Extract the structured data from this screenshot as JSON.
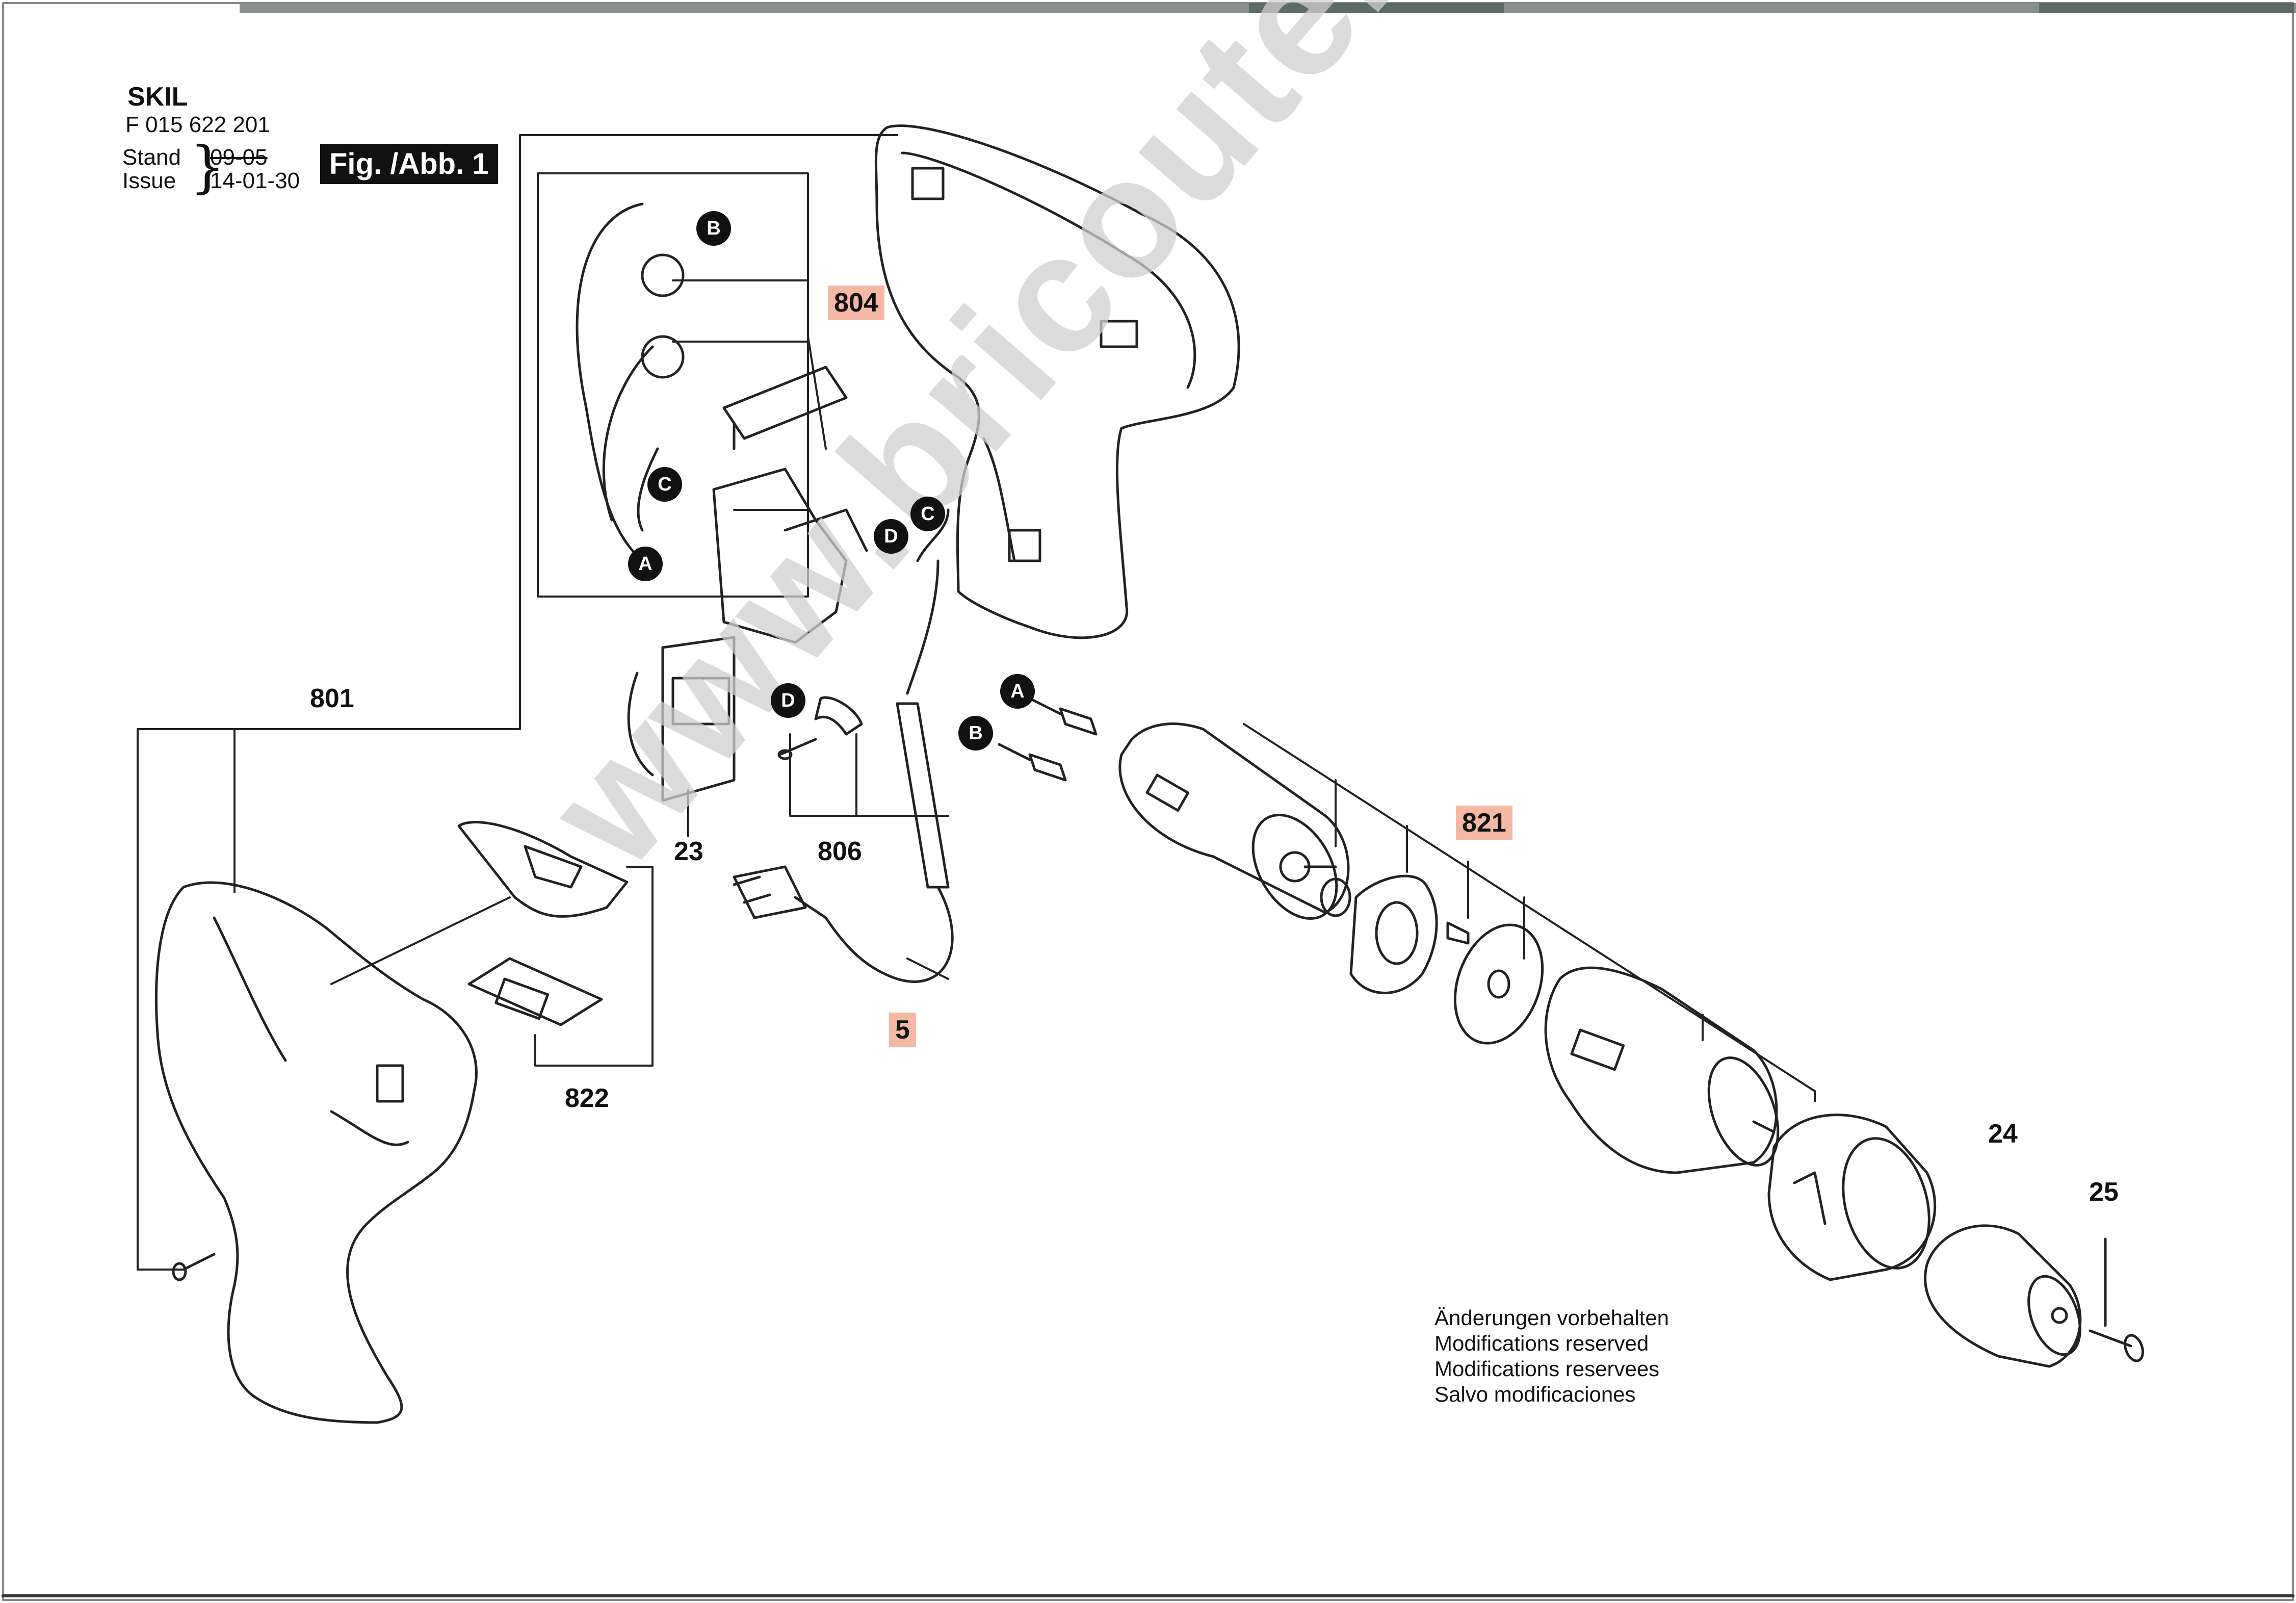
{
  "header": {
    "brand": "SKIL",
    "part_number": "F 015 622 201",
    "stand_label": "Stand",
    "issue_label": "Issue",
    "stand_date": "09-05",
    "issue_date": "14-01-30",
    "figure_label": "Fig. /Abb. 1"
  },
  "parts": {
    "p801": "801",
    "p804": "804",
    "p821": "821",
    "p822": "822",
    "p806": "806",
    "p23": "23",
    "p24": "24",
    "p25": "25",
    "p5": "5"
  },
  "highlight_color": "#f4b8a4",
  "connectors": {
    "a": "A",
    "b": "B",
    "c": "C",
    "d": "D"
  },
  "notes": [
    "Änderungen vorbehalten",
    "Modifications reserved",
    "Modifications reservees",
    "Salvo modificaciones"
  ],
  "watermark": "www.bricoutensili.com"
}
